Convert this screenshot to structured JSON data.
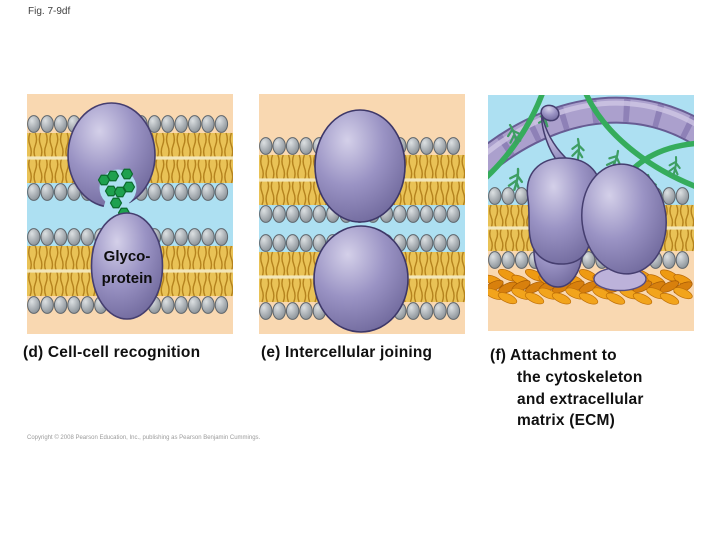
{
  "figure_label": "Fig. 7-9df",
  "panels": [
    {
      "id": "d",
      "caption": "(d) Cell-cell recognition",
      "glyco_label": [
        "Glyco-",
        "protein"
      ]
    },
    {
      "id": "e",
      "caption": "(e) Intercellular joining"
    },
    {
      "id": "f",
      "caption_lines": [
        "(f) Attachment to",
        "the cytoskeleton",
        "and extracellular",
        "matrix (ECM)"
      ]
    }
  ],
  "copyright": "Copyright © 2008 Pearson Education, Inc., publishing as Pearson Benjamin Cummings.",
  "colors": {
    "cytosol_peach": "#F9D8B1",
    "extracellular_blue": "#ADE0F2",
    "lipid_head_gray": "#A8AEB3",
    "lipid_tail_gold": "#E9C256",
    "protein_purple": "#9A93C4",
    "carbohydrate_green": "#1EA14F",
    "ecm_fiber_orange": "#EE9A12",
    "microfilament_purple": "#ABA0CD"
  }
}
